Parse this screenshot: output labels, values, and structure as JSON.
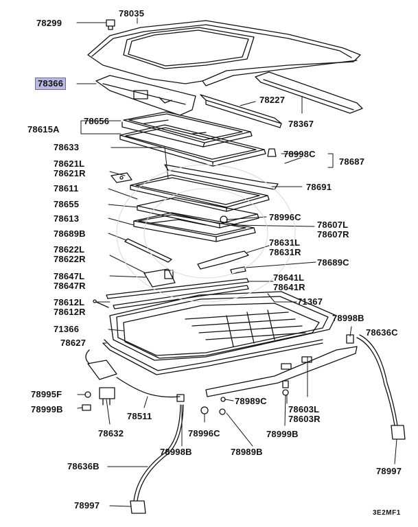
{
  "highlight_color": "#b9b9e3",
  "line_color": "#111111",
  "diagram_code": "3E2MF1",
  "labels": {
    "p78299": "78299",
    "p78035": "78035",
    "p78366": "78366",
    "p78227": "78227",
    "p78367": "78367",
    "p78615A": "78615A",
    "p78656": "78656",
    "p78633": "78633",
    "p78998C": "78998C",
    "p78687": "78687",
    "p78621L": "78621L",
    "p78621R": "78621R",
    "p78611": "78611",
    "p78691": "78691",
    "p78655": "78655",
    "p78996C_a": "78996C",
    "p78613": "78613",
    "p78607L": "78607L",
    "p78607R": "78607R",
    "p78689B": "78689B",
    "p78631L": "78631L",
    "p78631R": "78631R",
    "p78622L": "78622L",
    "p78622R": "78622R",
    "p78689C": "78689C",
    "p78647L": "78647L",
    "p78647R": "78647R",
    "p78641L": "78641L",
    "p78641R": "78641R",
    "p78612L": "78612L",
    "p78612R": "78612R",
    "p71367": "71367",
    "p71366": "71366",
    "p78998B_a": "78998B",
    "p78636C": "78636C",
    "p78627": "78627",
    "p78995F": "78995F",
    "p78989C": "78989C",
    "p78603L": "78603L",
    "p78603R": "78603R",
    "p78999B_a": "78999B",
    "p78511": "78511",
    "p78632": "78632",
    "p78996C_b": "78996C",
    "p78998B_b": "78998B",
    "p78999B_b": "78999B",
    "p78989B": "78989B",
    "p78636B": "78636B",
    "p78997_a": "78997",
    "p78997_b": "78997"
  }
}
